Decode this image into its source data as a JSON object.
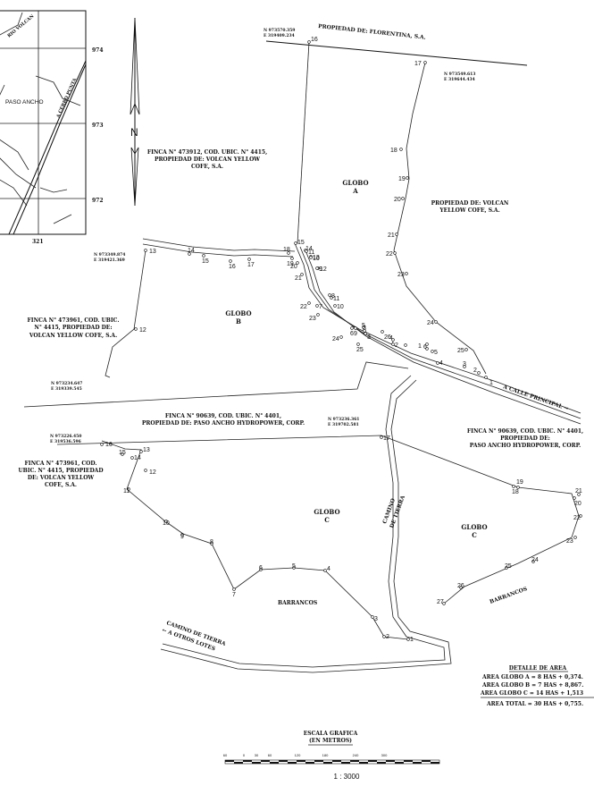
{
  "inset": {
    "place": "PASO ANCHO",
    "road_a": "RIO VOLCAN",
    "road_b": "A CERRO PUNTA",
    "grid_y": [
      "974",
      "973",
      "972"
    ],
    "grid_x": "321"
  },
  "north": "N",
  "owners": {
    "florentina": "PROPIEDAD DE: FLORENTINA, S.A.",
    "finca_473912": [
      "FINCA N° 473912, COD. UBIC. N° 4415,",
      "PROPIEDAD DE: VOLCAN YELLOW",
      "COFE, S.A."
    ],
    "volcan_right": [
      "PROPIEDAD DE: VOLCAN",
      "YELLOW COFE, S.A."
    ],
    "finca_473961_top": [
      "FINCA N° 473961, COD. UBIC.",
      "N° 4415, PROPIEDAD DE:",
      "VOLCAN YELLOW COFE, S.A."
    ],
    "finca_90639_mid": [
      "FINCA N° 90639, COD. UBIC. N° 4401,",
      "PROPIEDAD DE: PASO ANCHO HYDROPOWER, CORP."
    ],
    "finca_90639_right": [
      "FINCA N° 90639, COD. UBIC. N° 4401,",
      "PROPIEDAD DE:",
      "PASO ANCHO HYDROPOWER, CORP."
    ],
    "finca_473961_bottom": [
      "FINCA N° 473961, COD.",
      "UBIC. N° 4415, PROPIEDAD",
      "DE: VOLCAN YELLOW",
      "COFE, S.A."
    ]
  },
  "coords": {
    "p16_top": [
      "N 973570.359",
      "E 319409.234"
    ],
    "p17_top": [
      "N 973549.613",
      "E 319644.434"
    ],
    "p13_left": [
      "N 973349.874",
      "E 319421.369"
    ],
    "p6_left": [
      "N 973234.647",
      "E 319339.545"
    ],
    "p17_mid": [
      "N 973236.361",
      "E 319702.581"
    ],
    "p16_mid": [
      "N 973226.450",
      "E 319536.596"
    ]
  },
  "globos": {
    "a": [
      "GLOBO",
      "A"
    ],
    "b": [
      "GLOBO",
      "B"
    ],
    "c1": [
      "GLOBO",
      "C"
    ],
    "c2": [
      "GLOBO",
      "C"
    ]
  },
  "roads": {
    "calle_principal": "A CALLE PRINCIPAL →",
    "camino_tierra_mid": [
      "CAMINO",
      "DE TIERRA"
    ],
    "camino_tierra_left": [
      "CAMINO DE TIERRA",
      "← A OTROS LOTES"
    ]
  },
  "barrancos": [
    "BARRANCOS",
    "BARRANCOS"
  ],
  "points": {
    "globoA": [
      "16",
      "17",
      "18",
      "19",
      "20",
      "21",
      "22",
      "23",
      "24",
      "25",
      "1",
      "2",
      "3",
      "4",
      "5",
      "6",
      "7",
      "8",
      "9",
      "10",
      "11",
      "12",
      "13",
      "14",
      "15"
    ],
    "globoB": [
      "13",
      "14",
      "15",
      "16",
      "17",
      "18",
      "19",
      "20",
      "21",
      "22",
      "23",
      "24",
      "25",
      "26",
      "1",
      "2",
      "3",
      "4",
      "5",
      "6",
      "7",
      "8",
      "9",
      "10",
      "11",
      "12"
    ],
    "globoC": [
      "16",
      "15",
      "14",
      "13",
      "12",
      "11",
      "10",
      "9",
      "8",
      "7",
      "6",
      "5",
      "4",
      "3",
      "2",
      "1",
      "27",
      "26",
      "25",
      "24",
      "23",
      "22",
      "21",
      "20",
      "19",
      "18",
      "17"
    ]
  },
  "area": {
    "title": "DETALLE DE AREA",
    "rows": [
      "AREA GLOBO A = 8 HAS + 0,374.",
      "AREA GLOBO B = 7 HAS + 8,867.",
      "AREA GLOBO C = 14 HAS + 1,513",
      "AREA TOTAL = 30 HAS + 0,755."
    ]
  },
  "scale": {
    "title": [
      "ESCALA GRAFICA",
      "(EN METROS)"
    ],
    "ticks": [
      "60",
      "0",
      "30",
      "60",
      "120",
      "180",
      "240",
      "300"
    ],
    "ratio": "1 : 3000"
  }
}
